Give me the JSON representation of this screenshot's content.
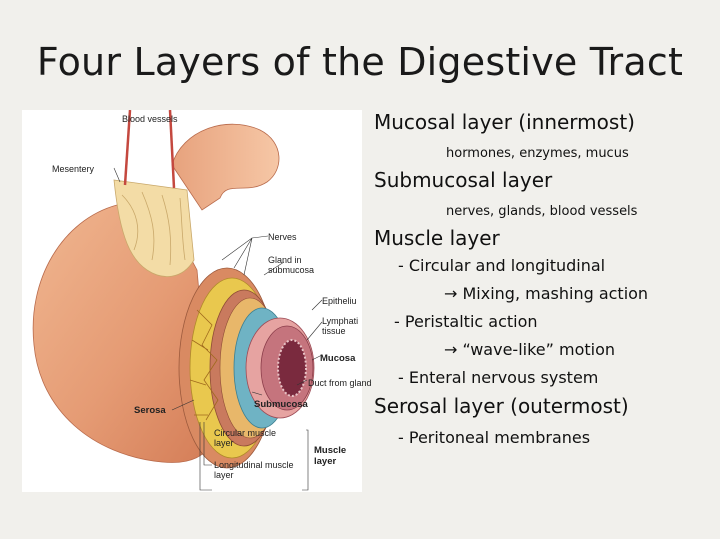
{
  "title": "Four Layers of the Digestive Tract",
  "figure": {
    "labels": {
      "blood_vessels": "Blood vessels",
      "mesentery": "Mesentery",
      "nerves": "Nerves",
      "gland_1": "Gland in",
      "gland_2": "submucosa",
      "epithelium": "Epitheliu",
      "lymphatic_1": "Lymphati",
      "lymphatic_2": "tissue",
      "mucosa": "Mucosa",
      "duct": "Duct from gland",
      "serosa": "Serosa",
      "submucosa": "Submucosa",
      "circular_1": "Circular muscle",
      "circular_2": "layer",
      "longitudinal_1": "Longitudinal muscle",
      "longitudinal_2": "layer",
      "muscle_1": "Muscle",
      "muscle_2": "layer"
    }
  },
  "notes": {
    "mucosal": "Mucosal layer (innermost)",
    "mucosal_detail": "hormones, enzymes, mucus",
    "submucosal": "Submucosal layer",
    "submucosal_detail": "nerves, glands, blood vessels",
    "muscle": "Muscle layer",
    "muscle_1": "- Circular and longitudinal",
    "muscle_1a": "→ Mixing, mashing action",
    "muscle_2": "- Peristaltic action",
    "muscle_2a": "→ “wave-like” motion",
    "muscle_3": "- Enteral nervous system",
    "serosal": "Serosal layer (outermost)",
    "serosal_1": "- Peritoneal membranes"
  },
  "colors": {
    "background": "#f1f0ec",
    "tissue": "#e9a77f",
    "mesentery": "#f3dca6",
    "submucosa": "#6fb3c4",
    "mucosa": "#c5747d",
    "muscle_yellow": "#e9c84e"
  }
}
